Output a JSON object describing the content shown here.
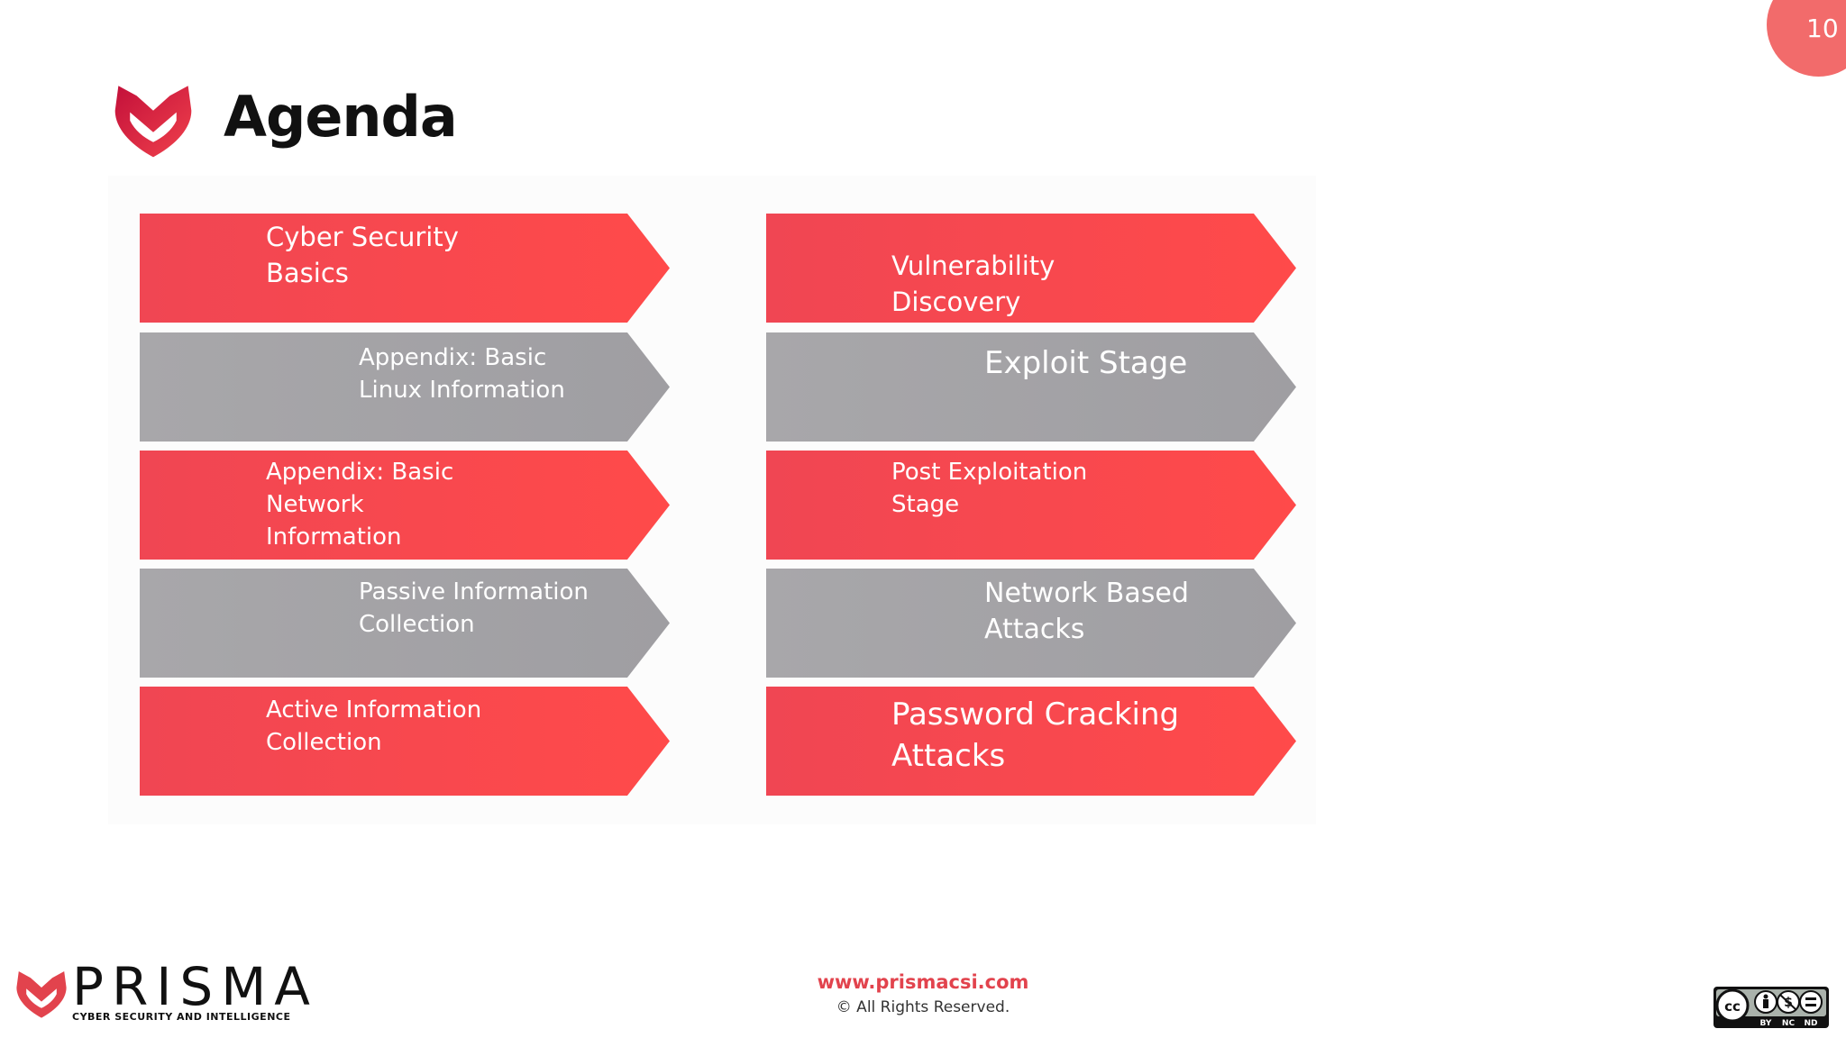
{
  "slide": {
    "number": "10",
    "title": "Agenda"
  },
  "agenda": {
    "left": [
      {
        "label": "Cyber Security\nBasics",
        "color": "#f04653",
        "style": "red"
      },
      {
        "label": "Appendix: Basic\nLinux Information",
        "color": "#a8a7aa",
        "style": "gray"
      },
      {
        "label": "Appendix: Basic\nNetwork\nInformation",
        "color": "#f04653",
        "style": "red"
      },
      {
        "label": "Passive Information\nCollection",
        "color": "#a8a7aa",
        "style": "gray"
      },
      {
        "label": "Active Information\nCollection",
        "color": "#f04653",
        "style": "red"
      }
    ],
    "right": [
      {
        "label": "Vulnerability\nDiscovery",
        "color": "#f04653",
        "style": "red"
      },
      {
        "label": "Exploit Stage",
        "color": "#a8a7aa",
        "style": "gray"
      },
      {
        "label": "Post Exploitation\nStage",
        "color": "#f04653",
        "style": "red"
      },
      {
        "label": "Network Based\nAttacks",
        "color": "#a8a7aa",
        "style": "gray"
      },
      {
        "label": "Password Cracking\nAttacks",
        "color": "#f04653",
        "style": "red"
      }
    ]
  },
  "footer": {
    "brand": "PRISMA",
    "tagline": "CYBER SECURITY AND INTELLIGENCE",
    "url": "www.prismacsi.com",
    "rights": "© All Rights Reserved.",
    "license_terms": [
      "BY",
      "NC",
      "ND"
    ]
  },
  "colors": {
    "brand_red": "#e2434d",
    "badge_red": "#f26b6b"
  },
  "icons": {
    "logo": "prisma-heart-logo-icon",
    "license": "creative-commons-icon"
  }
}
